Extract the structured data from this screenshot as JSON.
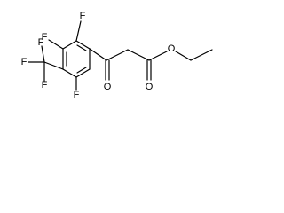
{
  "molecule": {
    "atoms": {
      "F_top": "F",
      "F_left": "F",
      "F_bottom": "F",
      "CF3_F1": "F",
      "CF3_F2": "F",
      "CF3_F3": "F",
      "ketone_O": "O",
      "ester_O_single": "O",
      "ester_O_double": "O"
    }
  }
}
